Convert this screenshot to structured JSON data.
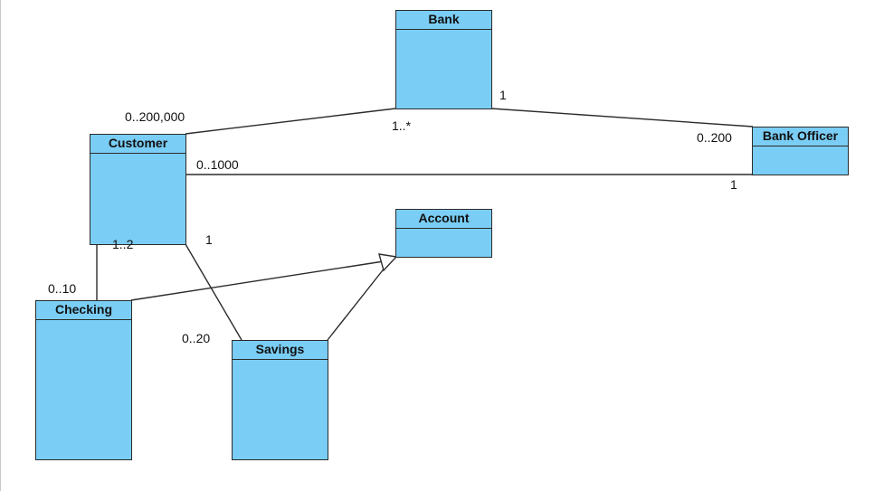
{
  "classes": {
    "bank": "Bank",
    "customer": "Customer",
    "bank_officer": "Bank Officer",
    "account": "Account",
    "checking": "Checking",
    "savings": "Savings"
  },
  "multiplicities": {
    "customer_bank_customer_end": "0..200,000",
    "customer_bank_bank_end": "1..*",
    "bank_officer_bank_end": "1",
    "bank_officer_officer_end": "0..200",
    "customer_officer_customer_end": "0..1000",
    "customer_officer_officer_end": "1",
    "customer_checking_customer_end": "1..2",
    "customer_checking_checking_end": "0..10",
    "customer_savings_customer_end": "1",
    "customer_savings_savings_end": "0..20"
  },
  "colors": {
    "class_fill": "#7acdf4",
    "line": "#2b2b2b"
  }
}
